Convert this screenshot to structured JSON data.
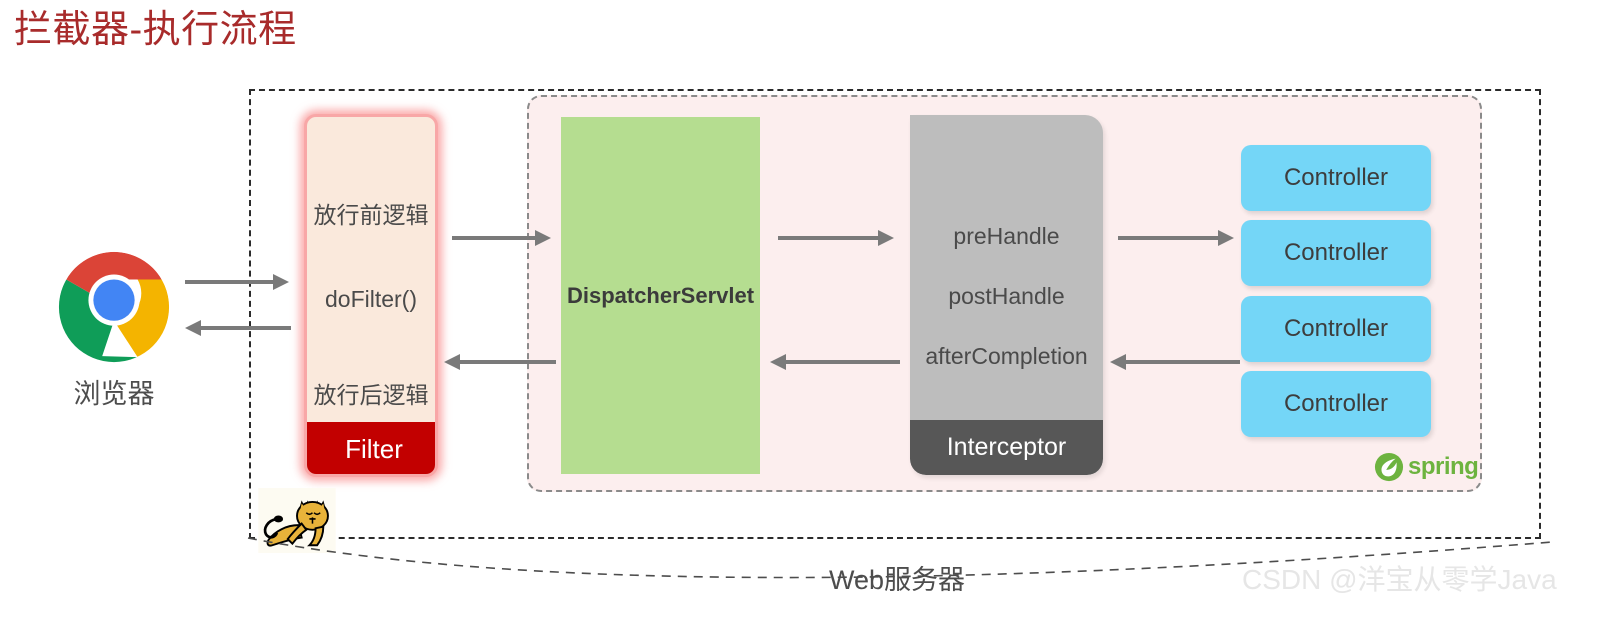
{
  "title": "拦截器-执行流程",
  "theme": {
    "title_color": "#a82b2b",
    "filter_accent": "#c20000",
    "filter_body": "#fae9dc",
    "dispatcher_color": "#b5dd90",
    "interceptor_body": "#bdbdbd",
    "interceptor_accent": "#575757",
    "controller_color": "#74d6f7",
    "spring_green": "#6db33f",
    "container_bg": "#fceeee",
    "arrow_color": "#7a7a7a"
  },
  "browser": {
    "icon": "chrome-icon",
    "label": "浏览器"
  },
  "filter": {
    "lines": [
      {
        "text": "放行前逻辑"
      },
      {
        "text": "doFilter()"
      },
      {
        "text": "放行后逻辑"
      }
    ],
    "footer_label": "Filter"
  },
  "tomcat": {
    "icon": "tomcat-cat-icon"
  },
  "dispatcher": {
    "label": "DispatcherServlet"
  },
  "interceptor": {
    "lines": [
      {
        "text": "preHandle"
      },
      {
        "text": "postHandle"
      },
      {
        "text": "afterCompletion"
      }
    ],
    "footer_label": "Interceptor"
  },
  "controllers": [
    {
      "label": "Controller"
    },
    {
      "label": "Controller"
    },
    {
      "label": "Controller"
    },
    {
      "label": "Controller"
    }
  ],
  "spring": {
    "icon": "spring-leaf-icon",
    "wordmark": "spring"
  },
  "webserver": {
    "label": "Web服务器"
  },
  "watermark": {
    "text": "CSDN @洋宝从零学Java"
  },
  "arrows": [
    {
      "name": "browser-to-filter-request",
      "direction": "right"
    },
    {
      "name": "filter-to-browser-response",
      "direction": "left"
    },
    {
      "name": "filter-to-dispatcher-request",
      "direction": "right"
    },
    {
      "name": "dispatcher-to-filter-response",
      "direction": "left"
    },
    {
      "name": "dispatcher-to-interceptor-request",
      "direction": "right"
    },
    {
      "name": "interceptor-to-dispatcher-response",
      "direction": "left"
    },
    {
      "name": "interceptor-to-controller-request",
      "direction": "right"
    },
    {
      "name": "controller-to-interceptor-response",
      "direction": "left"
    }
  ]
}
